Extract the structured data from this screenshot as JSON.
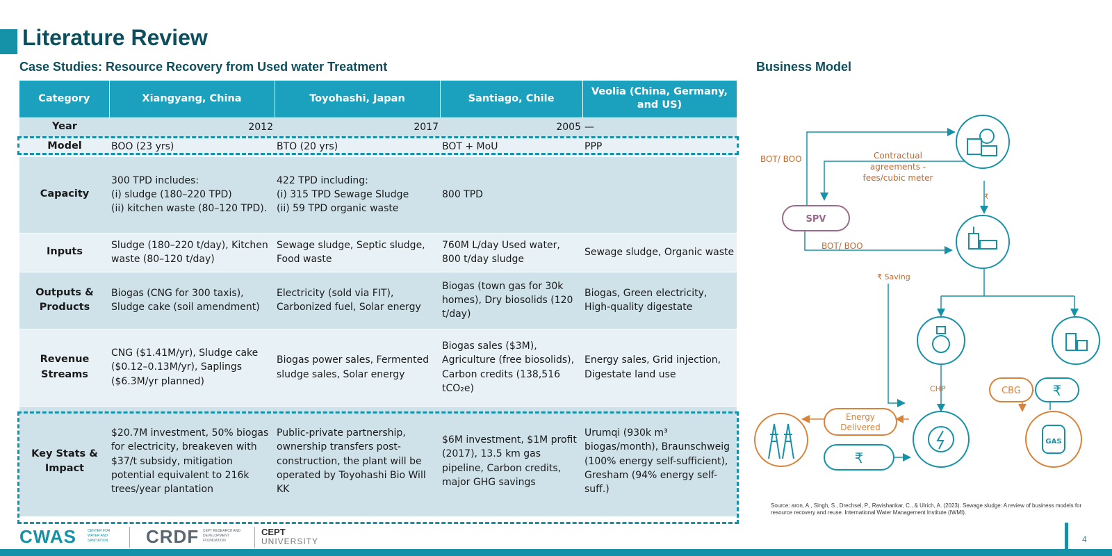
{
  "page_title": "Literature Review",
  "subtitle": "Case Studies: Resource Recovery from Used water Treatment",
  "business_model_title": "Business Model",
  "table": {
    "headers": [
      "Category",
      "Xiangyang, China",
      "Toyohashi, Japan",
      "Santiago, Chile",
      "Veolia (China, Germany, and US)"
    ],
    "rows": [
      {
        "category": "Year",
        "cells": [
          "2012",
          "2017",
          "2005",
          "—"
        ]
      },
      {
        "category": "Model",
        "cells": [
          "BOO (23 yrs)",
          "BTO (20 yrs)",
          "BOT + MoU",
          "PPP"
        ]
      },
      {
        "category": "Capacity",
        "cells": [
          "300 TPD includes:\n(i) sludge (180–220 TPD)\n(ii) kitchen waste (80–120 TPD).",
          "422 TPD including:\n(i) 315 TPD Sewage Sludge\n(ii) 59 TPD organic waste",
          "800 TPD",
          ""
        ]
      },
      {
        "category": "Inputs",
        "cells": [
          "Sludge (180–220 t/day), Kitchen waste (80–120 t/day)",
          "Sewage sludge, Septic sludge, Food waste",
          "760M L/day Used water, 800 t/day sludge",
          "Sewage sludge, Organic waste"
        ]
      },
      {
        "category": "Outputs & Products",
        "cells": [
          "Biogas (CNG for 300 taxis), Sludge cake (soil amendment)",
          "Electricity (sold via FIT), Carbonized fuel, Solar energy",
          "Biogas (town gas for 30k homes), Dry biosolids (120 t/day)",
          "Biogas, Green electricity, High-quality digestate"
        ]
      },
      {
        "category": "Revenue Streams",
        "cells": [
          "CNG ($1.41M/yr), Sludge cake ($0.12–0.13M/yr), Saplings ($6.3M/yr planned)",
          "Biogas power sales, Fermented sludge sales, Solar energy",
          "Biogas sales ($3M), Agriculture (free biosolids), Carbon credits (138,516 tCO₂e)",
          "Energy sales, Grid injection, Digestate land use"
        ]
      },
      {
        "category": "Key Stats & Impact",
        "cells": [
          "$20.7M investment, 50% biogas for electricity, breakeven with $37/t subsidy, mitigation potential equivalent to  216k trees/year plantation",
          "Public-private partnership, ownership transfers post-construction, the plant will be operated by Toyohashi Bio Will KK",
          "$6M investment, $1M profit (2017), 13.5 km gas pipeline, Carbon credits, major GHG savings",
          "Urumqi (930k m³ biogas/month), Braunschweig (100% energy self-sufficient), Gresham (94% energy self-suff.)"
        ]
      }
    ]
  },
  "diagram": {
    "bot_boo_top": "BOT/ BOO",
    "contractual_line1": "Contractual",
    "contractual_line2": "agreements -",
    "contractual_line3": "fees/cubic meter",
    "rupee_small": "₹",
    "spv": "SPV",
    "bot_boo_mid": "BOT/ BOO",
    "saving": "₹ Saving",
    "chp": "CHP",
    "cbg": "CBG",
    "rupee_box": "₹",
    "energy_line1": "Energy",
    "energy_line2": "Delivered",
    "rupee_bottom": "₹",
    "gas_label": "GAS"
  },
  "source": "Source: aron, A., Singh, S., Drechsel, P., Ravishankar, C., & Ulrich, A. (2023). Sewage sludge: A review of business models for resource recovery and reuse. International Water Management Institute (IWMI).",
  "footer": {
    "cwas": "CWAS",
    "cwas_sub": "CENTER FOR WATER AND SANITATION",
    "crdf": "CRDF",
    "crdf_sub": "CEPT RESEARCH AND DEVELOPMENT FOUNDATION",
    "cept": "CEPT",
    "cept_sub": "UNIVERSITY",
    "page_number": "4"
  },
  "colors": {
    "accent": "#1592a8",
    "header_bg": "#1ba1bd",
    "row_dark": "#cfe2ea",
    "row_light": "#e8f2f6",
    "spv": "#9a6a8c",
    "orange": "#d9833a"
  }
}
